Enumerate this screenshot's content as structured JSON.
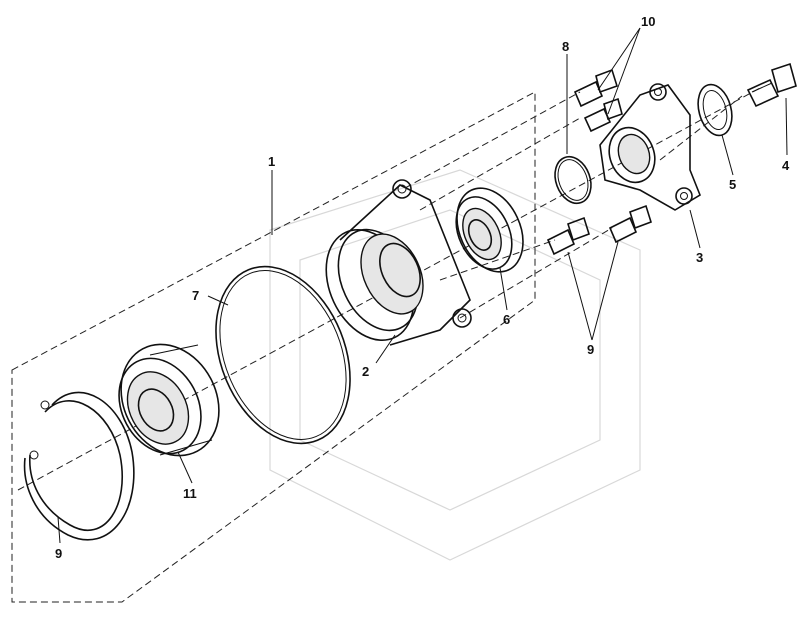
{
  "callouts": {
    "c1": "1",
    "c2": "2",
    "c3": "3",
    "c4": "4",
    "c5": "5",
    "c6": "6",
    "c7": "7",
    "c8": "8",
    "c9a": "9",
    "c9b": "9",
    "c10": "10",
    "c11": "11"
  },
  "colors": {
    "line": "#111111",
    "background": "#ffffff",
    "watermark": "#d8d8d8"
  }
}
